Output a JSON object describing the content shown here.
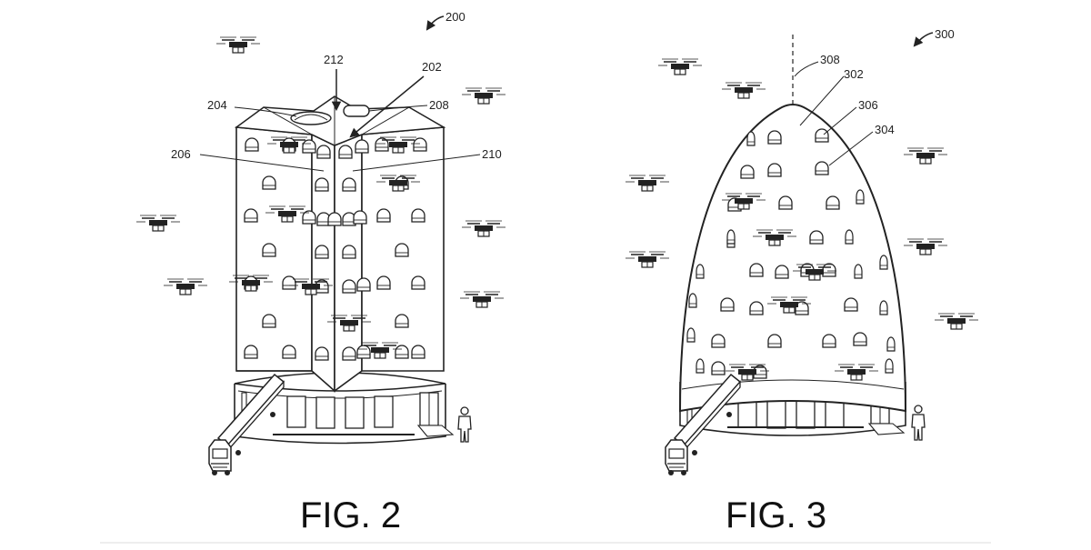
{
  "figures": [
    {
      "caption": "FIG. 2",
      "ref_main": "200",
      "labels": {
        "l212": "212",
        "l202": "202",
        "l204": "204",
        "l208": "208",
        "l206": "206",
        "l210": "210"
      }
    },
    {
      "caption": "FIG. 3",
      "ref_main": "300",
      "labels": {
        "l308": "308",
        "l302": "302",
        "l306": "306",
        "l304": "304"
      }
    }
  ],
  "icons": [
    "drone-icon",
    "bay-door-icon",
    "truck-icon",
    "person-icon",
    "entry-door-icon"
  ],
  "colors": {
    "line": "#222222",
    "background": "#ffffff"
  }
}
